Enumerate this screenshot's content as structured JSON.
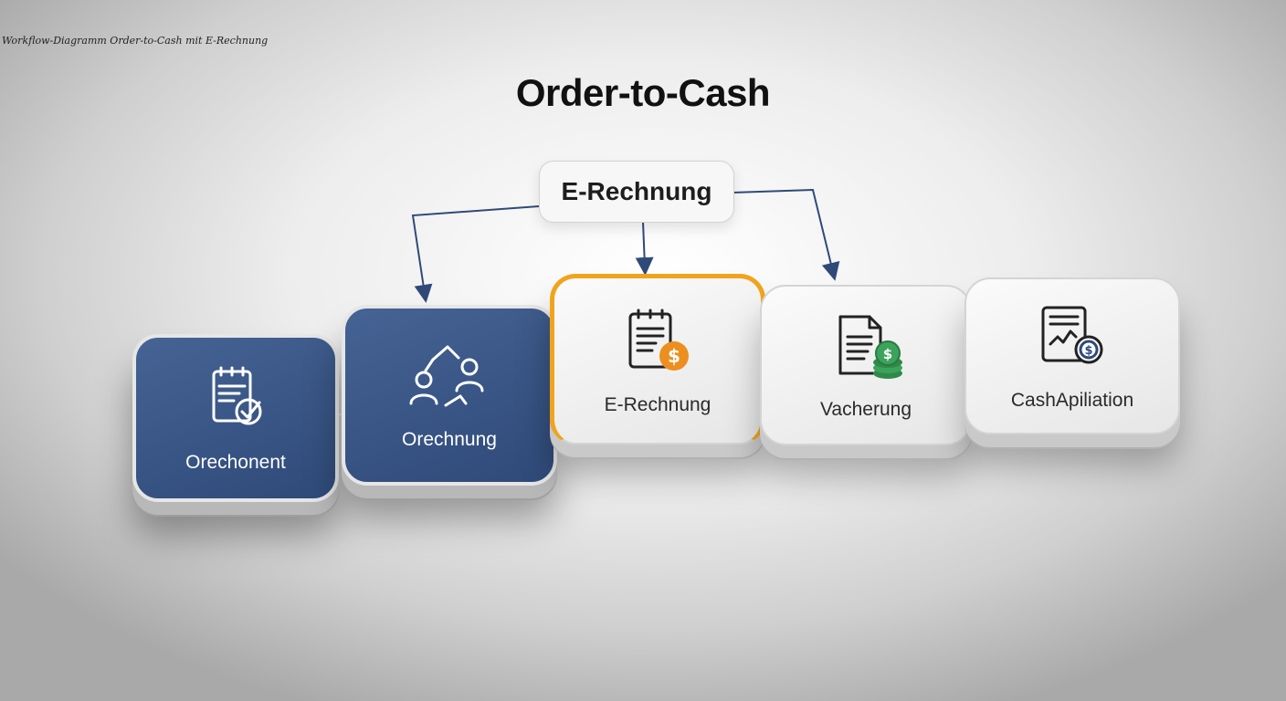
{
  "caption": "Workflow-Diagramm Order-to-Cash mit E-Rechnung",
  "title": "Order-to-Cash",
  "hub": {
    "label": "E-Rechnung"
  },
  "steps": [
    {
      "label": "Orechonent",
      "icon": "clipboard-check-icon"
    },
    {
      "label": "Orechnung",
      "icon": "people-exchange-icon"
    },
    {
      "label": "E-Rechnung",
      "icon": "invoice-dollar-icon"
    },
    {
      "label": "Vacherung",
      "icon": "document-coins-icon"
    },
    {
      "label": "CashApiliation",
      "icon": "report-dollar-icon"
    }
  ],
  "colors": {
    "card_dark": "#3a5686",
    "arrow": "#2f4a79",
    "highlight": "#f0a41d",
    "coin": "#ec8f1f",
    "coin_green": "#3ba35a"
  }
}
